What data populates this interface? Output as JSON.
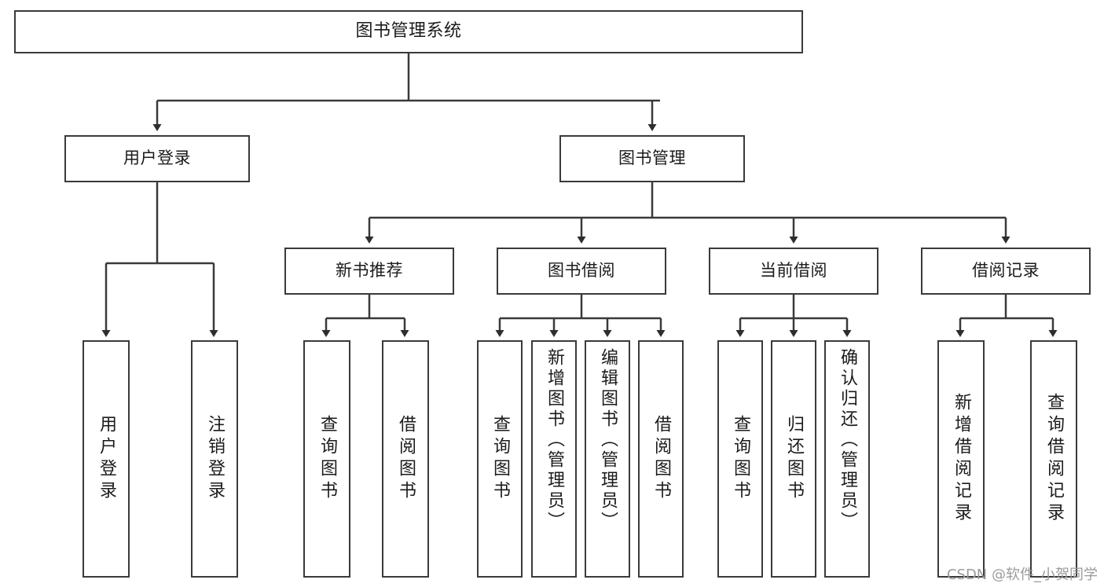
{
  "diagram": {
    "title": "图书管理系统",
    "type": "tree-hierarchy",
    "watermark": "CSDN @软件_小贺同学",
    "colors": {
      "background": "#ffffff",
      "box_border": "#3a3a3a",
      "box_fill": "#ffffff",
      "text": "#1b1b1b",
      "connector": "#3a3a3a",
      "watermark": "#9b9b9b"
    },
    "levels": {
      "level0": {
        "nodes": [
          {
            "id": "root",
            "label": "图书管理系统"
          }
        ]
      },
      "level1": {
        "nodes": [
          {
            "id": "user-login",
            "label": "用户登录"
          },
          {
            "id": "book-manage",
            "label": "图书管理"
          }
        ]
      },
      "level2": {
        "nodes": [
          {
            "id": "new-book-rec",
            "label": "新书推荐"
          },
          {
            "id": "book-borrow",
            "label": "图书借阅"
          },
          {
            "id": "current-borrow",
            "label": "当前借阅"
          },
          {
            "id": "borrow-record",
            "label": "借阅记录"
          }
        ]
      },
      "level3": {
        "groups": [
          {
            "parent": "user-login",
            "leaves": [
              {
                "id": "leaf-user-login",
                "label": "用户登录"
              },
              {
                "id": "leaf-user-logout",
                "label": "注销登录"
              }
            ]
          },
          {
            "parent": "new-book-rec",
            "leaves": [
              {
                "id": "leaf-query-book-1",
                "label": "查询图书"
              },
              {
                "id": "leaf-borrow-book-1",
                "label": "借阅图书"
              }
            ]
          },
          {
            "parent": "book-borrow",
            "leaves": [
              {
                "id": "leaf-query-book-2",
                "label": "查询图书"
              },
              {
                "id": "leaf-add-book",
                "label": "新增图书（管理员）"
              },
              {
                "id": "leaf-edit-book",
                "label": "编辑图书（管理员）"
              },
              {
                "id": "leaf-borrow-book-2",
                "label": "借阅图书"
              }
            ]
          },
          {
            "parent": "current-borrow",
            "leaves": [
              {
                "id": "leaf-query-book-3",
                "label": "查询图书"
              },
              {
                "id": "leaf-return-book",
                "label": "归还图书"
              },
              {
                "id": "leaf-confirm-return",
                "label": "确认归还（管理员）"
              }
            ]
          },
          {
            "parent": "borrow-record",
            "leaves": [
              {
                "id": "leaf-add-record",
                "label": "新增借阅记录"
              },
              {
                "id": "leaf-query-record",
                "label": "查询借阅记录"
              }
            ]
          }
        ]
      }
    }
  }
}
